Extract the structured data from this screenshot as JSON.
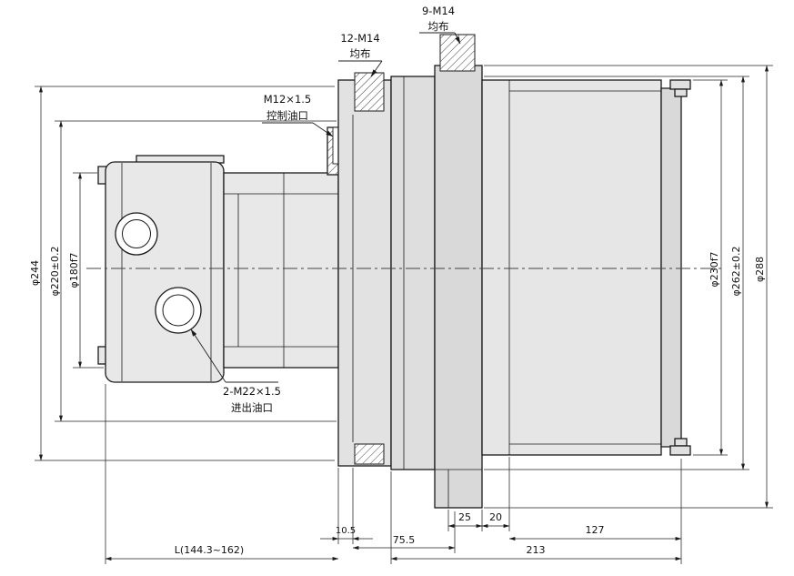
{
  "page": {
    "bg": "#ffffff",
    "ink": "#1a1a1a",
    "fill_light": "#e8e8e8"
  },
  "callouts": {
    "bolts9": {
      "line1": "9-M14",
      "line2": "均布"
    },
    "bolts12": {
      "line1": "12-M14",
      "line2": "均布"
    },
    "control_port": {
      "line1": "M12×1.5",
      "line2": "控制油口"
    },
    "oil_ports": {
      "line1": "2-M22×1.5",
      "line2": "进出油口"
    }
  },
  "dims": {
    "left_outer": "φ244",
    "left_mid": "φ220±0.2",
    "left_inner": "φ180f7",
    "right_inner": "φ230f7",
    "right_mid": "φ262±0.2",
    "right_outer": "φ288",
    "b_10_5": "10.5",
    "b_75_5": "75.5",
    "b_25": "25",
    "b_20": "20",
    "b_127": "127",
    "b_213": "213",
    "b_L": "L(144.3~162)"
  }
}
